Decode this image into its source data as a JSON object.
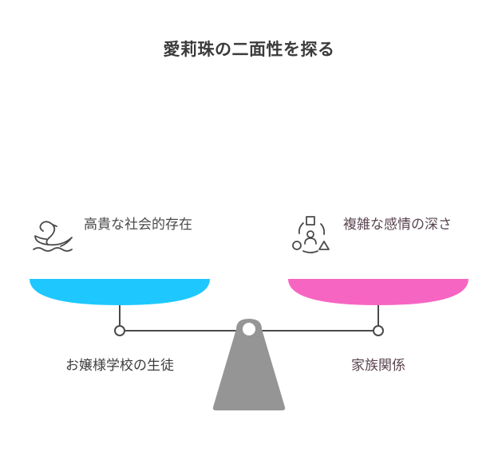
{
  "title": "愛莉珠の二面性を探る",
  "left": {
    "label": "高貴な社会的存在",
    "caption": "お嬢様学校の生徒",
    "icon": "swan-icon",
    "color": "#1ec8ff"
  },
  "right": {
    "label": "複雑な感情の深さ",
    "caption": "家族関係",
    "icon": "shapes-person-icon",
    "color": "#f765c2"
  },
  "beam_color": "#4a4a4a",
  "fulcrum_color": "#959595"
}
